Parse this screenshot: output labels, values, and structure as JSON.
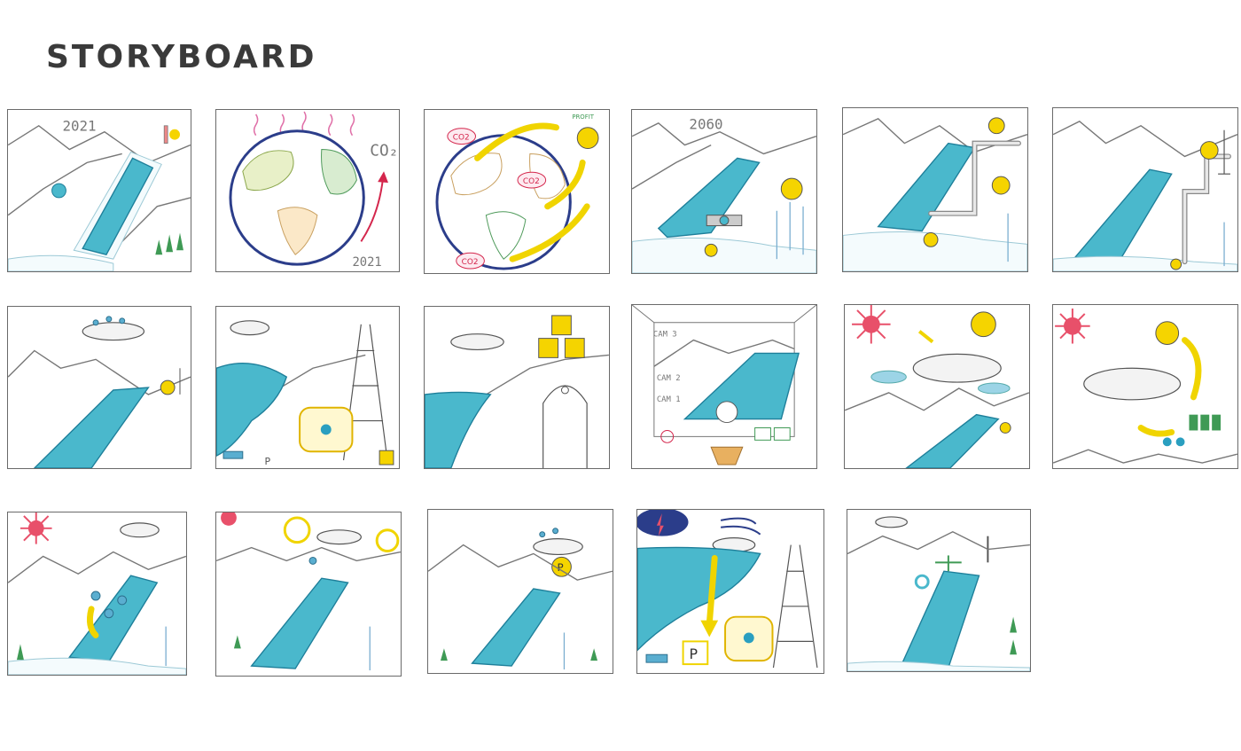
{
  "page": {
    "title": "STORYBOARD"
  },
  "panels": [
    {
      "id": 1,
      "label": "2021"
    },
    {
      "id": 2,
      "label": "2021",
      "formula": "CO₂"
    },
    {
      "id": 3,
      "chip": "CO2",
      "money_label": "PROFIT"
    },
    {
      "id": 4,
      "label": "2060"
    },
    {
      "id": 5
    },
    {
      "id": 6
    },
    {
      "id": 7
    },
    {
      "id": 8,
      "sign": "P"
    },
    {
      "id": 9
    },
    {
      "id": 10,
      "cams": [
        "CAM 3",
        "CAM 2",
        "CAM 1"
      ]
    },
    {
      "id": 11
    },
    {
      "id": 12
    },
    {
      "id": 13
    },
    {
      "id": 14
    },
    {
      "id": 15,
      "sign": "P"
    },
    {
      "id": 16,
      "sign": "P"
    },
    {
      "id": 17
    }
  ],
  "colors": {
    "water": "#4ab8cc",
    "accent_yellow": "#f5d400",
    "sun": "#e8506a",
    "title": "#3a3a3a"
  }
}
